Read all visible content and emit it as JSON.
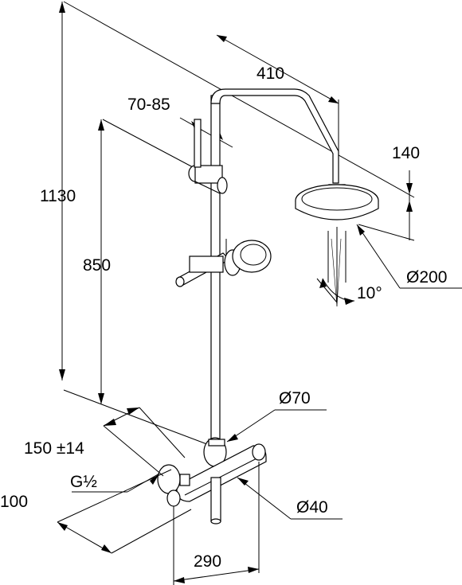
{
  "dimensions": {
    "total_height": "1130",
    "slide_height": "850",
    "arm_length": "410",
    "holder_range": "70-85",
    "head_height": "140",
    "head_diameter": "Ø200",
    "head_angle": "10°",
    "mixer_diameter": "Ø70",
    "wall_distance": "150 ±14",
    "thread": "G½",
    "projection": "100",
    "body_diameter": "Ø40",
    "center_distance": "290"
  }
}
